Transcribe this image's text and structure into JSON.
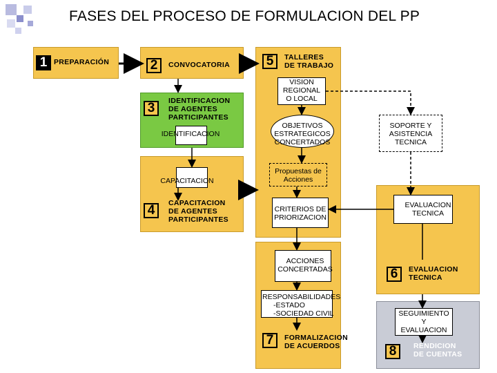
{
  "title": "FASES DEL PROCESO DE FORMULACION  DEL PP",
  "colors": {
    "panel": "#f5c54e",
    "grey_panel": "#c9ccd6",
    "green": "#7ac943",
    "number_bg": "#000000"
  },
  "phase1": {
    "number": "1",
    "label": "PREPARACIÓN"
  },
  "phase2": {
    "number": "2",
    "label": "CONVOCATORIA"
  },
  "phase3": {
    "number": "3",
    "label_lines": [
      "IDENTIFICACION",
      "DE AGENTES",
      "PARTICIPANTES"
    ],
    "box": "IDENTIFICACION"
  },
  "capacitacion": {
    "box": "CAPACITACION"
  },
  "phase4": {
    "number": "4",
    "label_lines": [
      "CAPACITACION",
      "DE AGENTES",
      "PARTICIPANTES"
    ]
  },
  "phase5": {
    "number": "5",
    "label_lines": [
      "TALLERES",
      "DE TRABAJO"
    ]
  },
  "vision": {
    "lines": [
      "VISION",
      "REGIONAL",
      "O LOCAL"
    ]
  },
  "objetivos": {
    "lines": [
      "OBJETIVOS",
      "ESTRATEGICOS",
      "CONCERTADOS"
    ]
  },
  "soporte": {
    "lines": [
      "SOPORTE Y",
      "ASISTENCIA",
      "TECNICA"
    ]
  },
  "propuestas": {
    "lines": [
      "Propuestas de",
      "Acciones"
    ]
  },
  "criterios": {
    "lines": [
      "CRITERIOS DE",
      "PRIORIZACION"
    ]
  },
  "evaluacion_box": {
    "lines": [
      "EVALUACION",
      "TECNICA"
    ]
  },
  "acciones": {
    "lines": [
      "ACCIONES",
      "CONCERTADAS"
    ]
  },
  "phase6": {
    "number": "6",
    "label_lines": [
      "EVALUACION",
      "TECNICA"
    ]
  },
  "responsabilidades": {
    "lines": [
      "RESPONSABILIDADES",
      "-ESTADO",
      "-SOCIEDAD CIVIL"
    ]
  },
  "seguimiento": {
    "lines": [
      "SEGUIMIENTO",
      "Y",
      "EVALUACION"
    ]
  },
  "phase7": {
    "number": "7",
    "label_lines": [
      "FORMALIZACION",
      "DE ACUERDOS"
    ]
  },
  "phase8": {
    "number": "8",
    "label_lines": [
      "RENDICION",
      "DE CUENTAS"
    ]
  }
}
